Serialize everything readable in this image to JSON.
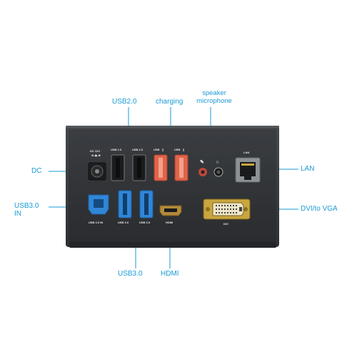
{
  "callouts": {
    "usb2": "USB2.0",
    "charging": "charging",
    "speaker": "speaker",
    "microphone": "microphone",
    "dc": "DC",
    "usb30_in_line1": "USB3.0",
    "usb30_in_line2": "IN",
    "lan": "LAN",
    "dvi_vga": "DVI/to  VGA",
    "usb30": "USB3.0",
    "hdmi": "HDMI"
  },
  "port_labels": {
    "dc": "DC 12V",
    "usb2_a": "USB 2.0",
    "usb2_b": "USB 2.0",
    "charge_a": "USB",
    "charge_b": "USB",
    "lan": "LAN",
    "usb30_in": "USB 3.0 IN",
    "usb30_a": "USB 3.0",
    "usb30_b": "USB 3.0",
    "hdmi": "HDMI",
    "dvi": "DVI"
  },
  "colors": {
    "accent": "#1a9ad6",
    "device_body": "#3b3e42",
    "usb3_blue": "#2f86d8",
    "charging_orange": "#e2634a"
  }
}
